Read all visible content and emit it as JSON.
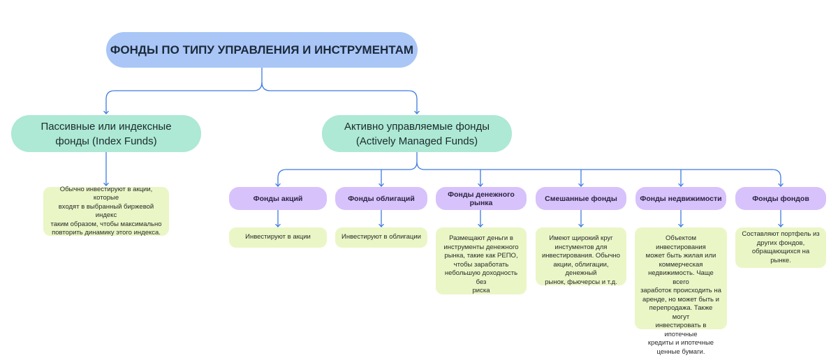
{
  "root": {
    "title": "ФОНДЫ ПО ТИПУ УПРАВЛЕНИЯ И ИНСТРУМЕНТАМ"
  },
  "categories": {
    "passive": {
      "label": "Пассивные или индексные\nфонды (Index Funds)"
    },
    "active": {
      "label": "Активно управляемые фонды\n(Actively Managed Funds)"
    }
  },
  "passive_desc": "Обычно инвестируют в акции, которые\nвходят в выбранный биржевой индекс\nтаким образом, чтобы максимально\nповторить динамику этого индекса.",
  "funds": [
    {
      "label": "Фонды акций",
      "desc": "Инвестируют в акции"
    },
    {
      "label": "Фонды облигаций",
      "desc": "Инвестируют в облигации"
    },
    {
      "label": "Фонды денежного рынка",
      "desc": "Размещают деньги  в\nинструменты денежного\nрынка, такие как РЕПО,\nчтобы заработать\nнебольшую доходность без\nриска"
    },
    {
      "label": "Смешанные фонды",
      "desc": "Имеют щирокий круг\nинстументов для\nинвестирования. Обычно\nакции, облигации, денежный\nрынок, фьючерсы и т.д."
    },
    {
      "label": "Фонды недвижимости",
      "desc": "Объектом инвестирования\nможет быть жилая или\nкоммерческая\nнедвижимость. Чаще всего\nзаработок происходить на\nаренде, но может быть и\nперепродажа. Также могут\nинвестировать в ипотечные\nкредиты и ипотечные\nценные бумаги."
    },
    {
      "label": "Фонды фондов",
      "desc": "Составляют портфель из\nдругих фондов,\nобращающихся на рынке."
    }
  ],
  "colors": {
    "root": "#a9c6f7",
    "category": "#ade9d5",
    "fund": "#d7c2fb",
    "description": "#eaf6c6",
    "connector": "#3d7be0"
  }
}
